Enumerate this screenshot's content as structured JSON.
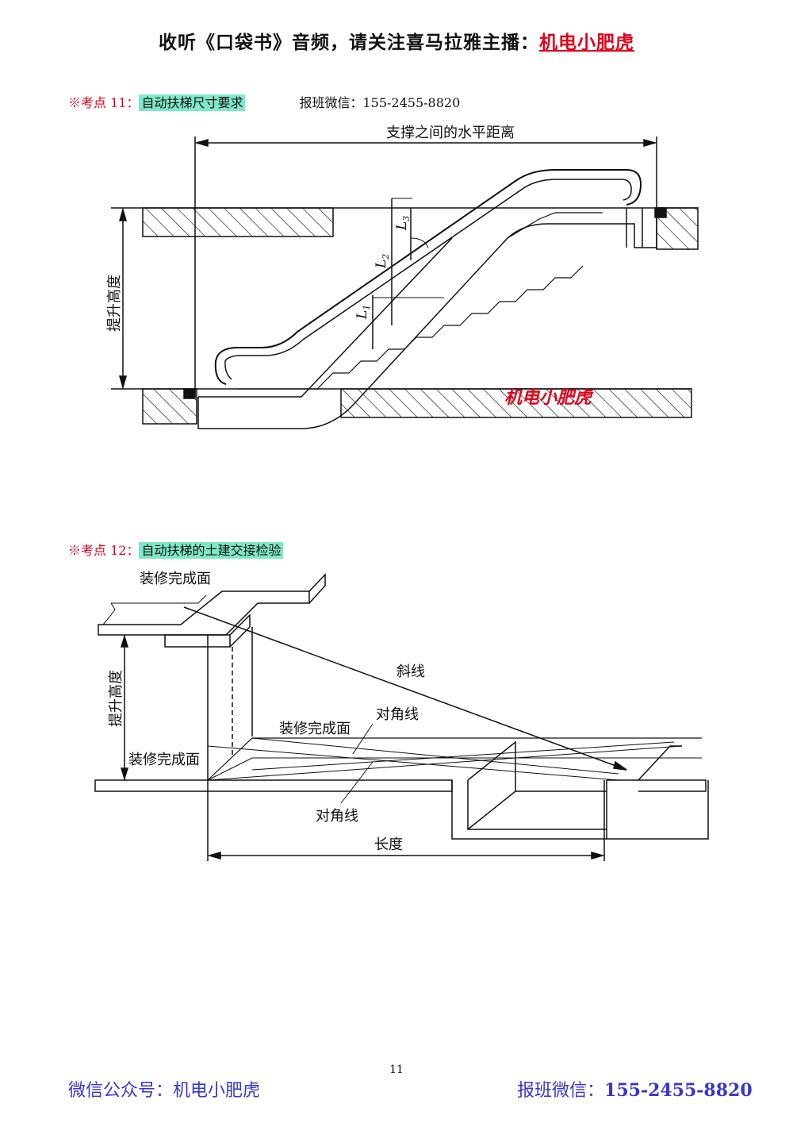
{
  "header": {
    "prefix": "收听《口袋书》音频，请关注喜马拉雅主播：",
    "brand": "机电小肥虎"
  },
  "kp11": {
    "mark": "※考点 11：",
    "topic": "自动扶梯尺寸要求",
    "wechat": "报班微信：155-2455-8820"
  },
  "fig1": {
    "span_label": "支撑之间的水平距离",
    "rise_label": "提升高度",
    "l1": "L",
    "l1_sub": "1",
    "l2": "L",
    "l2_sub": "2",
    "l3": "L",
    "l3_sub": "3",
    "watermark": "机电小肥虎"
  },
  "kp12": {
    "mark": "※考点 12：",
    "topic": "自动扶梯的土建交接检验"
  },
  "fig2": {
    "finish_top": "装修完成面",
    "rise_label": "提升高度",
    "oblique": "斜线",
    "diagonal_upper": "对角线",
    "finish_mid": "装修完成面",
    "finish_left": "装修完成面",
    "diagonal_lower": "对角线",
    "length": "长度"
  },
  "page_number": "11",
  "footer": {
    "left": "微信公众号：机电小肥虎",
    "right_label": "报班微信：",
    "right_number": "155-2455-8820"
  }
}
